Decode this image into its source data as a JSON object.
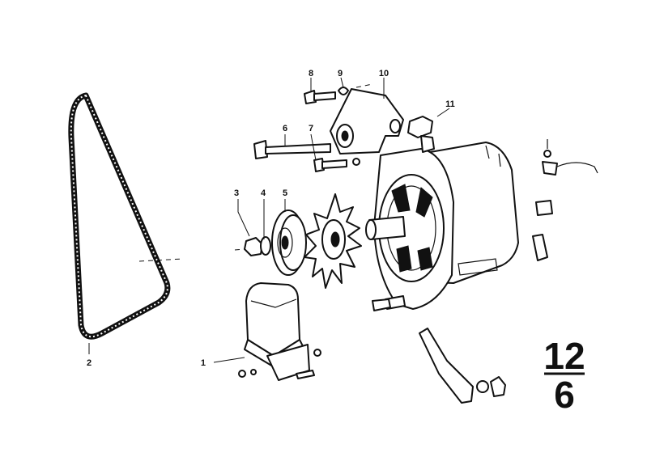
{
  "diagram": {
    "callouts": [
      "1",
      "2",
      "3",
      "4",
      "5",
      "6",
      "7",
      "8",
      "9",
      "10",
      "11"
    ],
    "page_number": {
      "top": "12",
      "bottom": "6"
    }
  }
}
